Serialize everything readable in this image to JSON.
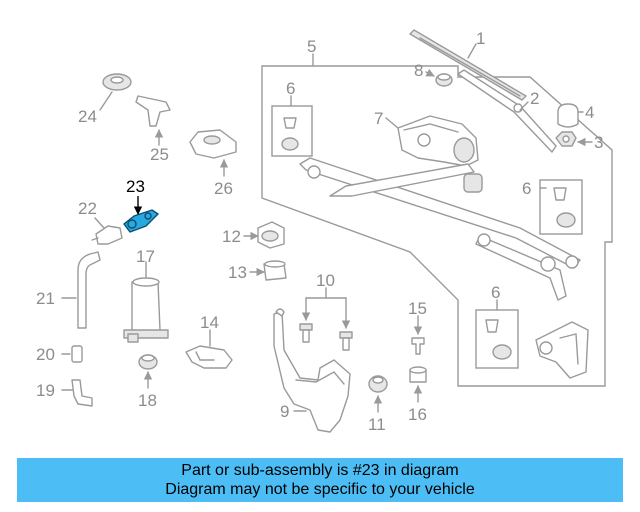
{
  "diagram": {
    "highlighted_part": "23",
    "callouts": {
      "c1": "1",
      "c2": "2",
      "c3": "3",
      "c4": "4",
      "c5": "5",
      "c6a": "6",
      "c6b": "6",
      "c6c": "6",
      "c7": "7",
      "c8": "8",
      "c9": "9",
      "c10": "10",
      "c11": "11",
      "c12": "12",
      "c13": "13",
      "c14": "14",
      "c15": "15",
      "c16": "16",
      "c17": "17",
      "c18": "18",
      "c19": "19",
      "c20": "20",
      "c21": "21",
      "c22": "22",
      "c23": "23",
      "c24": "24",
      "c25": "25",
      "c26": "26"
    },
    "colors": {
      "line": "#9a9a9a",
      "label": "#8c8c8c",
      "highlight": "#29a8e0",
      "banner": "#4dbef5"
    }
  },
  "banner": {
    "line1": "Part or sub-assembly is #23 in diagram",
    "line2": "Diagram may not be specific to your vehicle"
  }
}
